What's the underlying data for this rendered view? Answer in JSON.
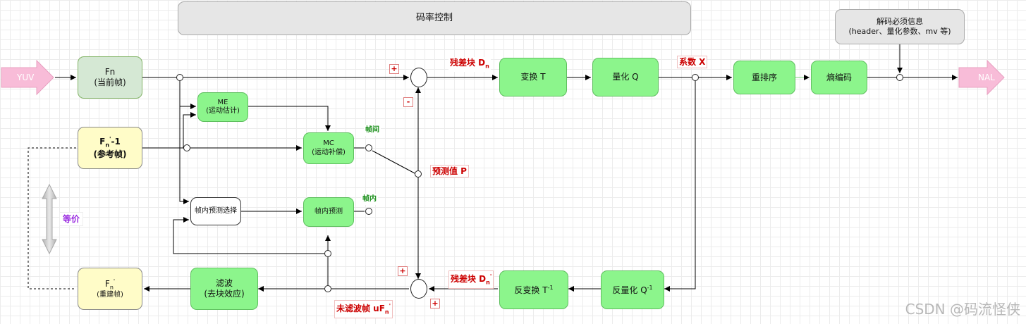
{
  "rate_control": "码率控制",
  "decode_info": {
    "line1": "解码必须信息",
    "line2": "(header、量化参数、mv 等)"
  },
  "input": "YUV",
  "output": "NAL",
  "fn": {
    "title": "Fn",
    "sub": "(当前帧)"
  },
  "fn_ref": {
    "base": "F",
    "sub": "n",
    "sup": "'",
    "suffix": "-1",
    "caption": "(参考帧)"
  },
  "me": {
    "title": "ME",
    "sub": "(运动估计)"
  },
  "mc": {
    "title": "MC",
    "sub": "(运动补偿)"
  },
  "intra_select": "帧内预测选择",
  "intra_pred": "帧内预测",
  "transform": "变换 T",
  "quantize": "量化 Q",
  "reorder": "重排序",
  "entropy": "熵编码",
  "inv_transform": {
    "text": "反变换 T",
    "sup": "-1"
  },
  "inv_quantize": {
    "text": "反量化 Q",
    "sup": "-1"
  },
  "filter": {
    "title": "滤波",
    "sub": "(去块效应)"
  },
  "recon": {
    "base": "F",
    "sub": "n",
    "sup": "'",
    "caption": "(重建帧)"
  },
  "labels": {
    "residual_base": "残差块 D",
    "residual_sub": "n",
    "residual2_sup": "'",
    "coef": "系数 X",
    "pred": "预测值 P",
    "inter": "帧间",
    "intra": "帧内",
    "unfiltered_base": "未滤波帧 uF",
    "unfiltered_sub": "n",
    "unfiltered_sup": "'",
    "plus": "+",
    "minus": "-",
    "equiv": "等价"
  },
  "watermark": "CSDN @码流怪侠",
  "colors": {
    "process_green": "#8cf58c",
    "current_frame": "#d5e8d4",
    "frame_yellow": "#fffcc8",
    "label_red": "#cc0000",
    "arrow_pink": "#f8bcd8",
    "equiv_purple": "#9a2ce0"
  }
}
